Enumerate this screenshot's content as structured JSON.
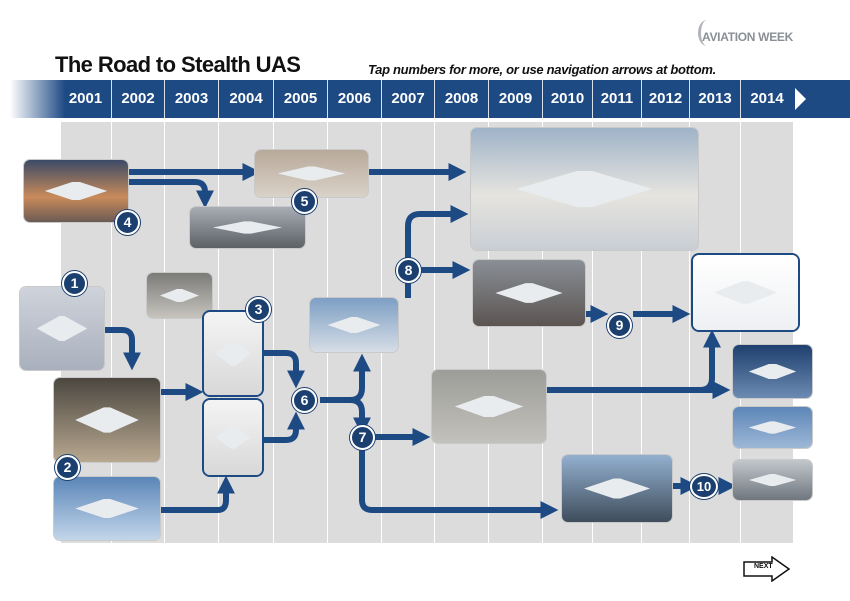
{
  "brand": {
    "logo": "AVIATION WEEK"
  },
  "header": {
    "title": "The Road to Stealth UAS",
    "subtitle": "Tap numbers for more, or use navigation arrows at bottom."
  },
  "timeline": {
    "years": [
      "2001",
      "2002",
      "2003",
      "2004",
      "2005",
      "2006",
      "2007",
      "2008",
      "2009",
      "2010",
      "2011",
      "2012",
      "2013",
      "2014"
    ]
  },
  "markers": [
    "1",
    "2",
    "3",
    "4",
    "5",
    "6",
    "7",
    "8",
    "9",
    "10"
  ],
  "navigation": {
    "next_label": "NEXT"
  },
  "colors": {
    "navy": "#1e4a84",
    "column": "#dcdcdc"
  }
}
